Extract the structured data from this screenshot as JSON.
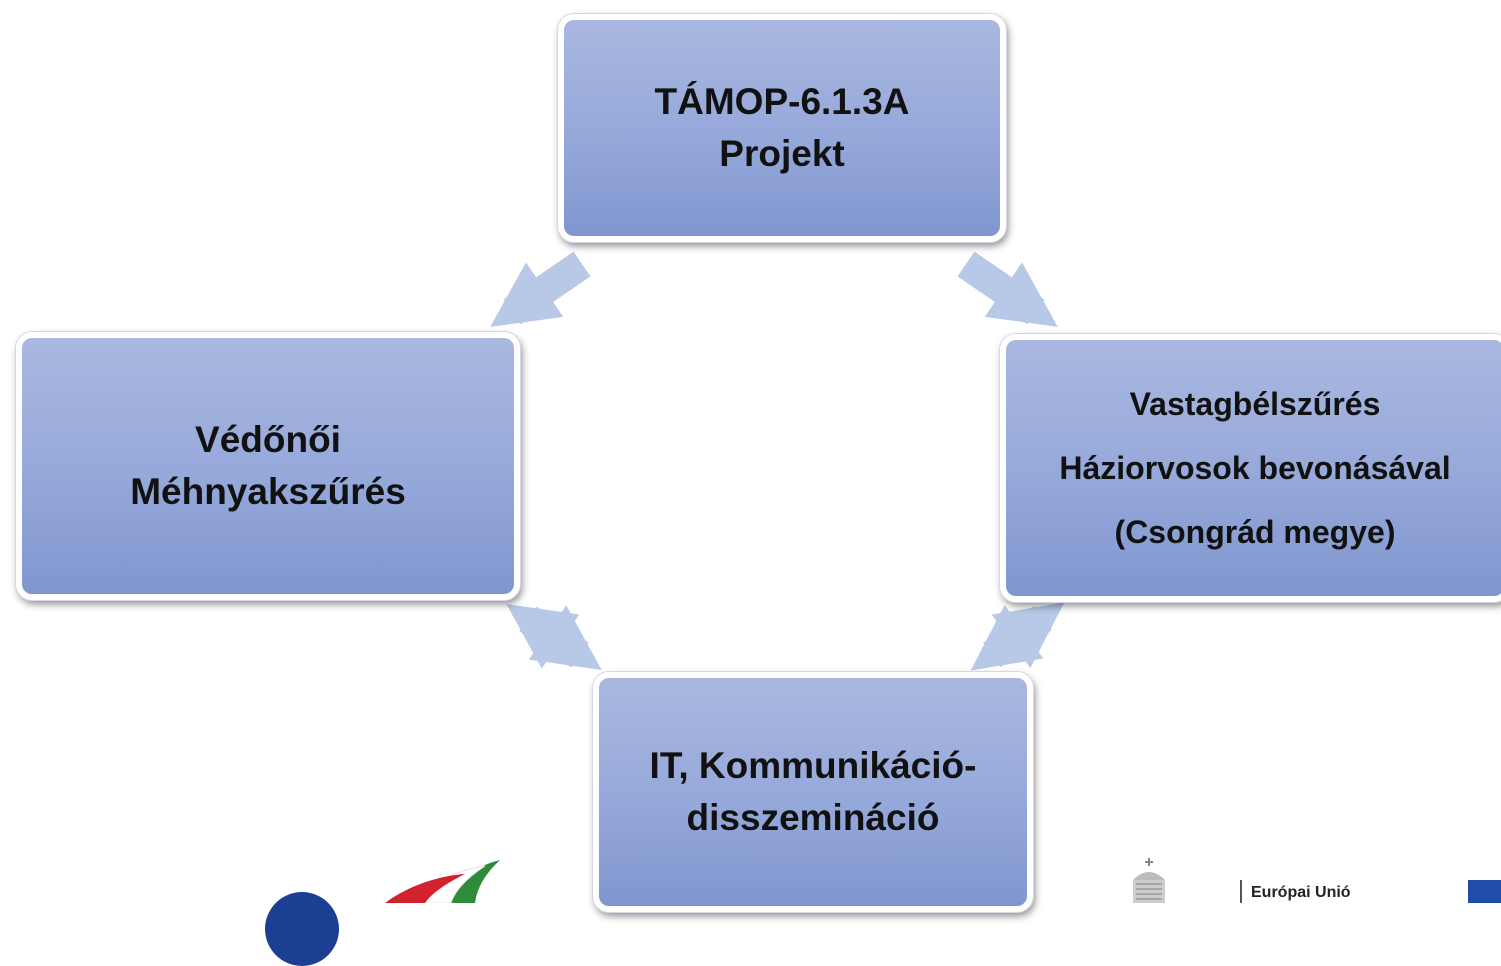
{
  "nodes": {
    "top": {
      "lines": [
        "TÁMOP-6.1.3A",
        "Projekt"
      ]
    },
    "left": {
      "lines": [
        "Védőnői",
        "Méhnyakszűrés"
      ]
    },
    "right": {
      "lines": [
        "Vastagbélszűrés",
        "Háziorvosok bevonásával",
        "(Csongrád megye)"
      ]
    },
    "bottom": {
      "lines": [
        "IT, Kommunikáció-",
        "disszemináció"
      ]
    }
  },
  "footer": {
    "eu_label": "Európai Unió"
  },
  "colors": {
    "box_fill": "#95a8da",
    "arrow_fill": "#b7c9e6",
    "text": "#111111"
  },
  "icons": [
    "arrow-down-left-icon",
    "arrow-down-right-icon",
    "double-arrow-icon",
    "crest-icon",
    "eu-flag-icon"
  ]
}
